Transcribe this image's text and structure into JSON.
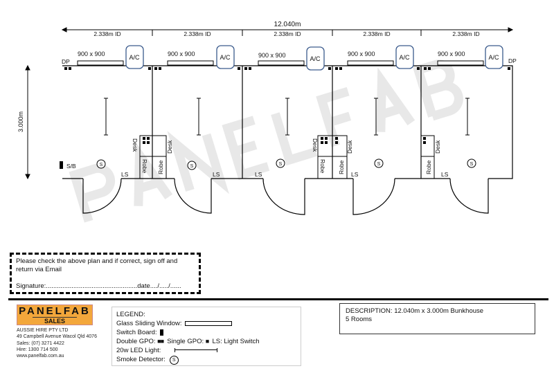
{
  "watermark": "PANELFAB",
  "plan": {
    "overall_width": "12.040m",
    "overall_depth": "3.000m",
    "room_widths": [
      "2.338m ID",
      "2.338m ID",
      "2.338m ID",
      "2.338m ID",
      "2.338m ID"
    ],
    "window_label": "900 x 900",
    "ac_label": "A/C",
    "dp_label": "DP",
    "sb_label": "S/B",
    "ls_label": "LS",
    "desk_label": "Desk",
    "robe_label": "Robe",
    "smoke_label": "S"
  },
  "signoff": {
    "text": "Please check the above plan and if correct, sign off and return via Email",
    "signature": "Signature:..................................................date..../...../......"
  },
  "company": {
    "logo_main": "PANELFAB",
    "logo_sub": "SALES",
    "name": "AUSSIE HIRE PTY LTD",
    "address": "49 Campbell Avenue Wacol Qld 4076",
    "sales": "Sales: (07) 3271 4422",
    "hire": "Hire: 1300 714 500",
    "web": "www.panelfab.com.au"
  },
  "legend": {
    "title": "LEGEND:",
    "window": "Glass Sliding Window:",
    "switchboard": "Switch Board:",
    "double_gpo": "Double GPO:",
    "single_gpo": "Single GPO:",
    "ls": "LS: Light Switch",
    "led": "20w LED Light:",
    "smoke": "Smoke Detector:",
    "smoke_symbol": "S"
  },
  "description": {
    "line1": "DESCRIPTION:  12.040m x 3.000m Bunkhouse",
    "line2": "5 Rooms"
  }
}
